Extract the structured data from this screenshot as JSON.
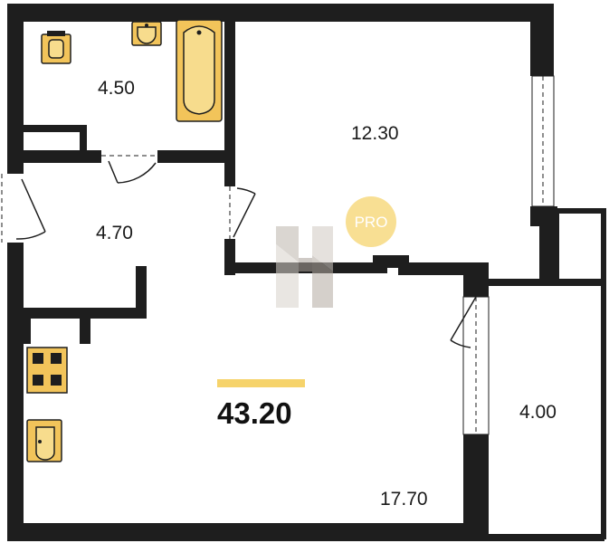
{
  "total_area": "43.20",
  "rooms": [
    {
      "id": "bathroom",
      "label": "4.50"
    },
    {
      "id": "living-room",
      "label": "12.30"
    },
    {
      "id": "hallway",
      "label": "4.70"
    },
    {
      "id": "kitchen",
      "label": "17.70"
    },
    {
      "id": "balcony",
      "label": "4.00"
    }
  ],
  "badge": {
    "text": "PRO"
  },
  "colors": {
    "wall": "#1e1e1e",
    "fixture": "#f2c45a",
    "accent": "#f6d36b",
    "badge": "#f8df93",
    "watermark": "#c9c3bd"
  }
}
